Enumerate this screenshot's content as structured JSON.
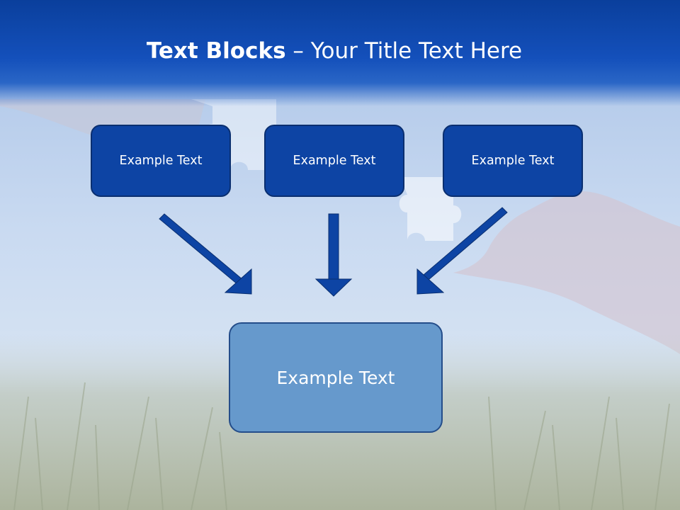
{
  "slide": {
    "title_bold": "Text Blocks",
    "title_dash": " – ",
    "title_rest": "Your Title Text Here",
    "boxes": [
      {
        "label": "Example Text"
      },
      {
        "label": "Example Text"
      },
      {
        "label": "Example Text"
      }
    ],
    "target_label": "Example Text"
  },
  "colors": {
    "header_blue": "#1450bb",
    "box_fill": "#0d44a4",
    "target_fill": "#6699cc",
    "arrow_fill": "#0d44a4"
  }
}
